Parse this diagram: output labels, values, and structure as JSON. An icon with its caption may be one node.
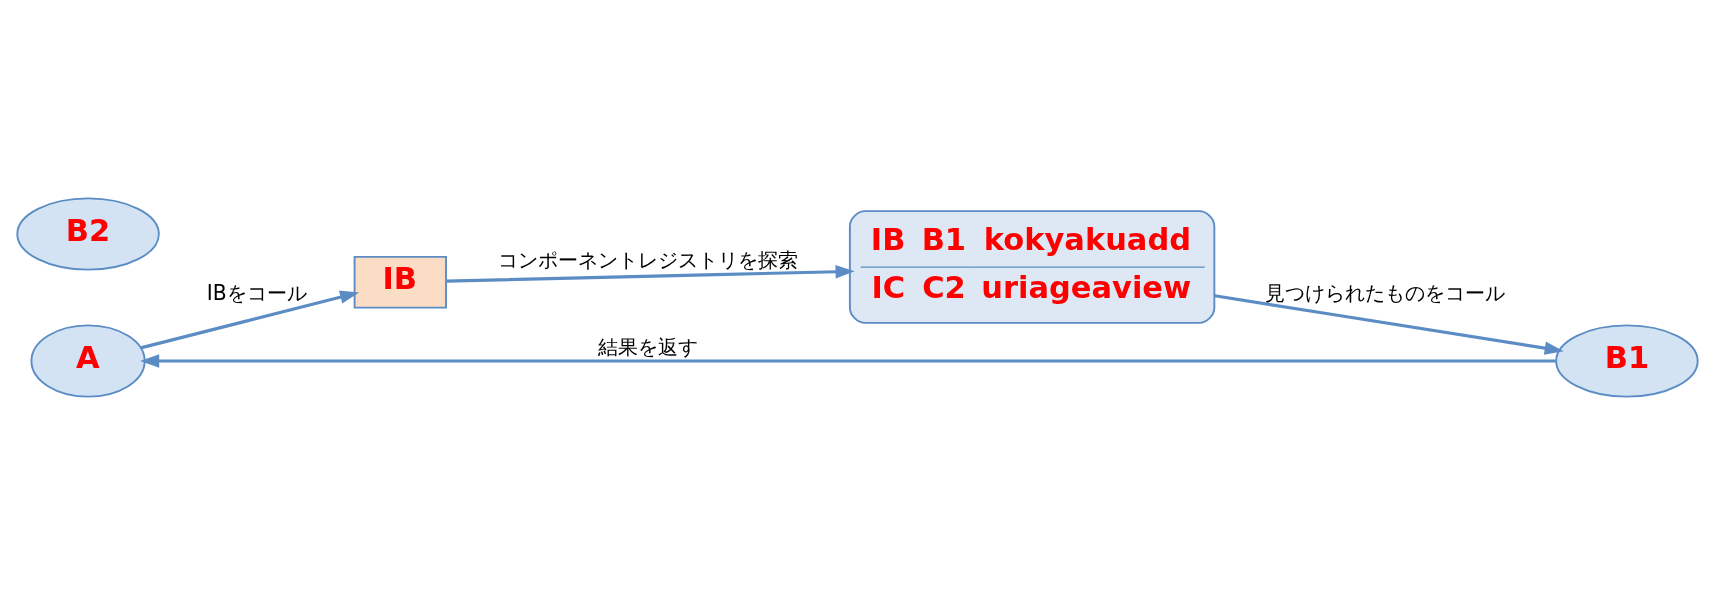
{
  "diagram": {
    "nodes": [
      {
        "text": [
          "A"
        ]
      },
      {
        "text": [
          "IB"
        ]
      },
      {
        "text": [
          "IB",
          "B1",
          "kokyakuadd",
          "IC",
          "C2",
          "uriageaview"
        ]
      },
      {
        "text": [
          "B1"
        ]
      },
      {
        "text": [
          "B2"
        ]
      }
    ],
    "edges": [
      {
        "from": 0,
        "to": 1,
        "arrow": "to",
        "label": "IBをコール"
      },
      {
        "from": 1,
        "to": 2,
        "arrow": "to",
        "label": "コンポーネントレジストリを探索"
      },
      {
        "from": 2,
        "to": 3,
        "arrow": "to",
        "label": "見つけられたものをコール"
      },
      {
        "from": 3,
        "to": 0,
        "arrow": "to",
        "label": "結果を返す"
      }
    ]
  }
}
